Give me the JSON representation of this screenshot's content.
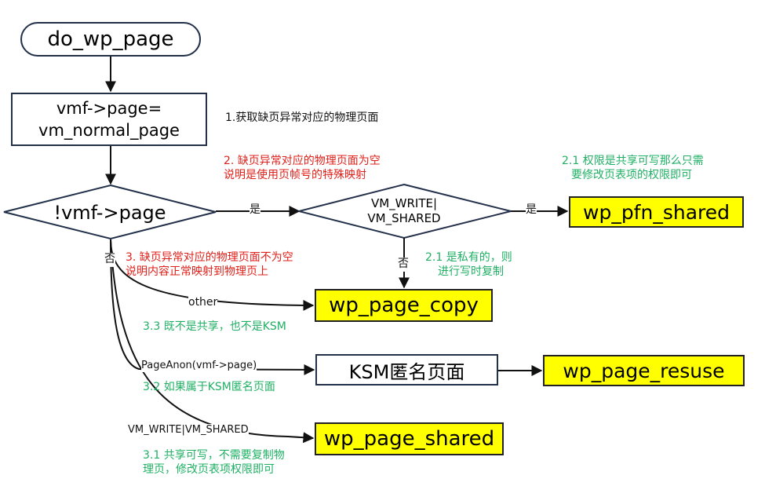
{
  "colors": {
    "red": "#e0201a",
    "green": "#1fb064",
    "highlight": "#ffff00",
    "stroke": "#23304a"
  },
  "nodes": {
    "start": "do_wp_page",
    "assign_line1": "vmf->page=",
    "assign_line2": "vm_normal_page",
    "decision_page": "!vmf->page",
    "decision_flags_line1": "VM_WRITE|",
    "decision_flags_line2": "VM_SHARED",
    "pfn_shared": "wp_pfn_shared",
    "page_copy": "wp_page_copy",
    "ksm_anon": "KSM匿名页面",
    "page_reuse": "wp_page_resuse",
    "page_shared": "wp_page_shared"
  },
  "edge_labels": {
    "yes_1": "是",
    "yes_2": "是",
    "no_1": "否",
    "no_2": "否",
    "other": "other",
    "page_anon": "PageAnon(vmf->page)",
    "write_shared": "VM_WRITE|VM_SHARED"
  },
  "notes": {
    "n1": "1.获取缺页异常对应的物理页面",
    "n2_line1": "2. 缺页异常对应的物理页面为空",
    "n2_line2": "说明是使用页帧号的特殊映射",
    "n21a_line1": "2.1 权限是共享可写那么只需",
    "n21a_line2": "要修改页表项的权限即可",
    "n21b_line1": "2.1 是私有的，则",
    "n21b_line2": "进行写时复制",
    "n3_line1": "3. 缺页异常对应的物理页面不为空",
    "n3_line2": "说明内容正常映射到物理页上",
    "n33": "3.3 既不是共享，也不是KSM",
    "n32": "3.2 如果属于KSM匿名页面",
    "n31_line1": "3.1 共享可写，不需要复制物",
    "n31_line2": "理页，修改页表项权限即可"
  }
}
